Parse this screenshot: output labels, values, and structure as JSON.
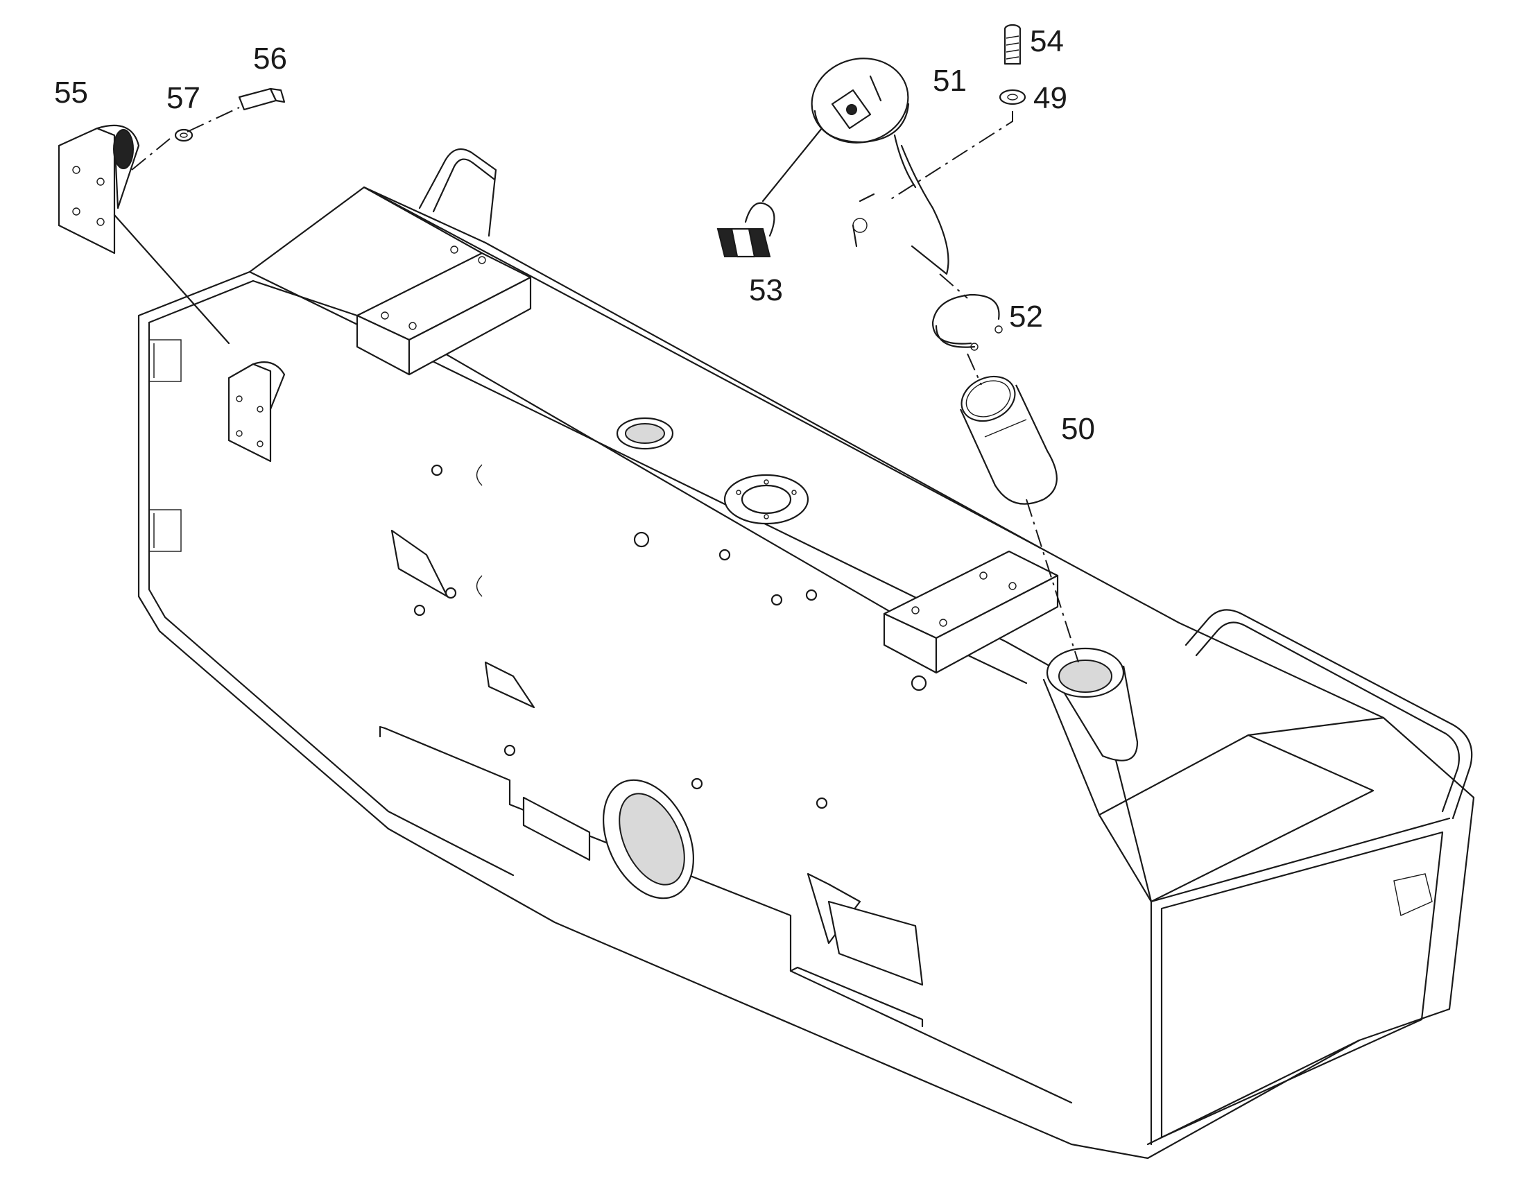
{
  "diagram": {
    "part_callouts": [
      {
        "id": "p55",
        "label": "55"
      },
      {
        "id": "p57",
        "label": "57"
      },
      {
        "id": "p56",
        "label": "56"
      },
      {
        "id": "p54",
        "label": "54"
      },
      {
        "id": "p51",
        "label": "51"
      },
      {
        "id": "p49",
        "label": "49"
      },
      {
        "id": "p53",
        "label": "53"
      },
      {
        "id": "p52",
        "label": "52"
      },
      {
        "id": "p50",
        "label": "50"
      }
    ]
  }
}
